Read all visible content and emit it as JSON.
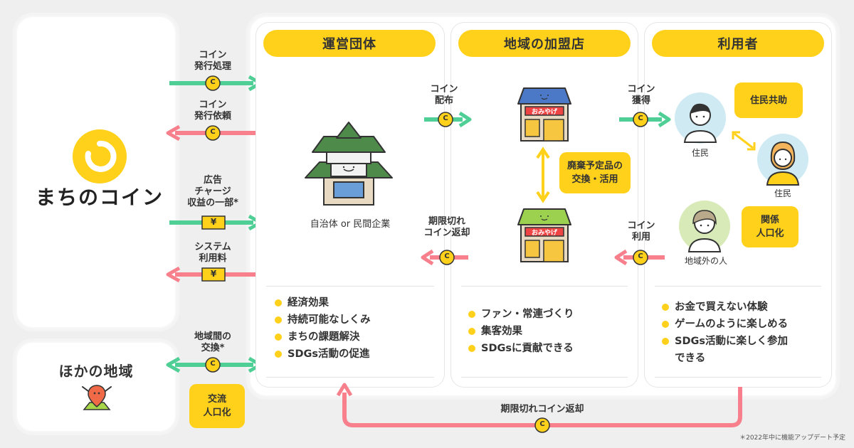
{
  "logo": {
    "text": "まちのコイン"
  },
  "other_region": {
    "title": "ほかの地域",
    "bubble": "交流\n人口化"
  },
  "left_flows": [
    {
      "label": "コイン\n発行処理"
    },
    {
      "label": "コイン\n発行依頼"
    },
    {
      "label": "広告\nチャージ\n収益の一部*"
    },
    {
      "label": "システム\n利用料"
    },
    {
      "label": "地域間の\n交換*"
    }
  ],
  "columns": [
    {
      "title": "運営団体",
      "entity": "自治体 or 民間企業",
      "benefits": [
        "経済効果",
        "持続可能なしくみ",
        "まちの課題解決",
        "SDGs活動の促進"
      ]
    },
    {
      "title": "地域の加盟店",
      "benefits": [
        "ファン・常連づくり",
        "集客効果",
        "SDGsに貢献できる"
      ]
    },
    {
      "title": "利用者",
      "benefits": [
        "お金で買えない体験",
        "ゲームのように楽しめる",
        "SDGs活動に楽しく参加\nできる"
      ]
    }
  ],
  "inner_flows": {
    "distribute": "コイン\n配布",
    "return_expired": "期限切れ\nコイン返却",
    "acquire": "コイン\n獲得",
    "use": "コイン\n利用",
    "bottom_return": "期限切れコイン返却"
  },
  "shop": {
    "sign": "おみやげ",
    "bubble": "廃棄予定品の\n交換・活用"
  },
  "users": {
    "resident_a": "住民",
    "resident_b": "住民",
    "outsider": "地域外の人",
    "bubble_residents": "住民共助",
    "bubble_outsider": "関係\n人口化"
  },
  "coin_symbol": "C",
  "yen_symbol": "¥",
  "footnote": "＊2022年中に機能アップデート予定",
  "colors": {
    "yellow": "#ffd11a",
    "green": "#4fcf95",
    "pink": "#f7808c",
    "text": "#333333",
    "roof_green": "#4e8a4a",
    "roof_blue": "#4b79c8",
    "roof_lime": "#9cd04f"
  }
}
